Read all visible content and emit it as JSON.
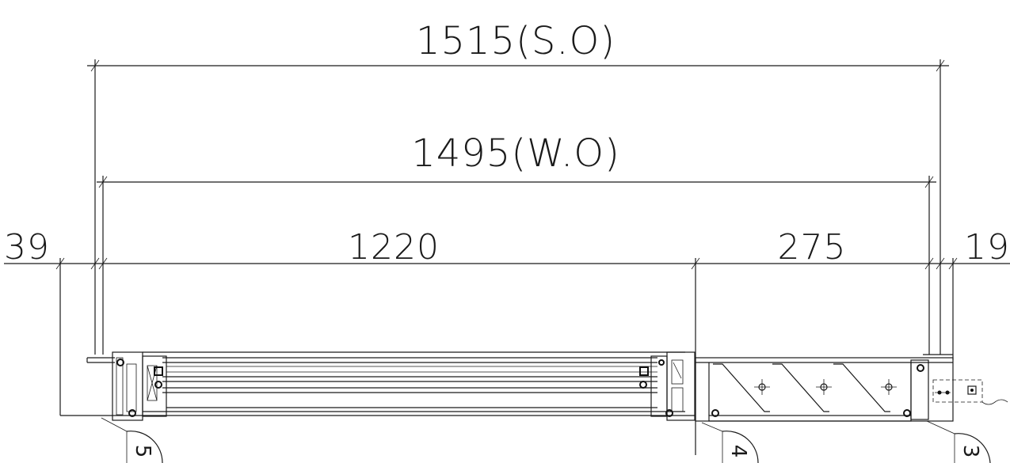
{
  "drawing": {
    "dimensions": {
      "overall_structure": "1515(S.O)",
      "overall_window": "1495(W.O)",
      "left_offset": "39",
      "window_panel": "1220",
      "fixed_panel": "275",
      "right_offset": "19"
    },
    "callouts": {
      "left": "5",
      "middle": "4",
      "right": "3"
    }
  }
}
